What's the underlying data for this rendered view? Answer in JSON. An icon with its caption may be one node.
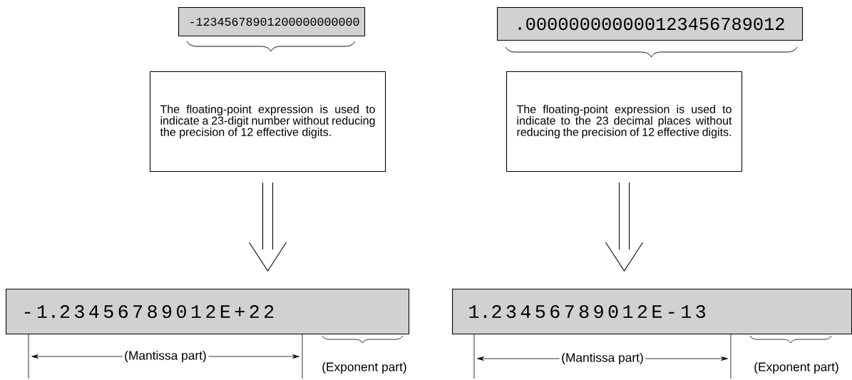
{
  "diagram": {
    "nodes": [
      {
        "text": [
          "-12345678901200000000000"
        ]
      },
      {
        "text": [
          "The floating-point expression is used to indicate a 23-digit number without reducing the precision of 12 effective digits."
        ]
      },
      {
        "text": [
          "- 1.2 3 4 5 6 7 8 9 0 1 2 E + 2 2"
        ]
      },
      {
        "text": [
          ".000000000000123456789012"
        ]
      },
      {
        "text": [
          "The floating-point expression is used to indicate to the 23 decimal places without reducing the precision of 12 effective digits."
        ]
      },
      {
        "text": [
          "1.2 3 4 5 6 7 8 9 0 1 2 E - 1 3"
        ]
      }
    ],
    "edges": [
      {
        "from": 1,
        "to": 2,
        "arrow": "to"
      },
      {
        "from": 4,
        "to": 5,
        "arrow": "to"
      }
    ],
    "labels": [
      "(Mantissa part)",
      "(Exponent part)",
      "(Mantissa part)",
      "(Exponent part)"
    ]
  }
}
